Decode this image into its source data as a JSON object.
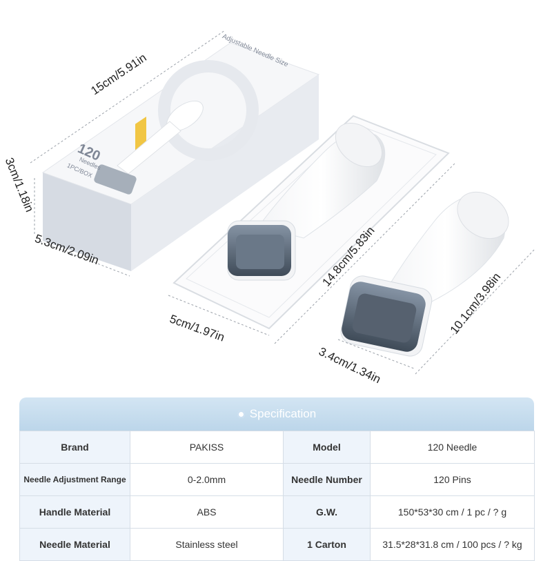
{
  "box": {
    "tagline": "Adjustable Needle Size",
    "count": "120",
    "count_label": "Needles",
    "pack_label": "1PC/BOX"
  },
  "dimensions": {
    "box_length": "15cm/5.91in",
    "box_height": "3cm/1.18in",
    "box_width": "5.3cm/2.09in",
    "tray_length": "14.8cm/5.83in",
    "tray_width": "5cm/1.97in",
    "roller_head_width": "3.4cm/1.34in",
    "roller_length": "10.1cm/3.98in"
  },
  "spec": {
    "title": "Specification",
    "rows": [
      {
        "label1": "Brand",
        "value1": "PAKISS",
        "label2": "Model",
        "value2": "120 Needle"
      },
      {
        "label1": "Needle Adjustment Range",
        "value1": "0-2.0mm",
        "label2": "Needle Number",
        "value2": "120 Pins"
      },
      {
        "label1": "Handle Material",
        "value1": "ABS",
        "label2": "G.W.",
        "value2": "150*53*30 cm / 1 pc /  ? g"
      },
      {
        "label1": "Needle Material",
        "value1": "Stainless steel",
        "label2": "1 Carton",
        "value2": "31.5*28*31.8 cm / 100 pcs / ? kg"
      }
    ]
  },
  "colors": {
    "header_blue": "#c6dcee",
    "label_bg": "#eef4fb",
    "roller_head": "#5d6b7c"
  }
}
